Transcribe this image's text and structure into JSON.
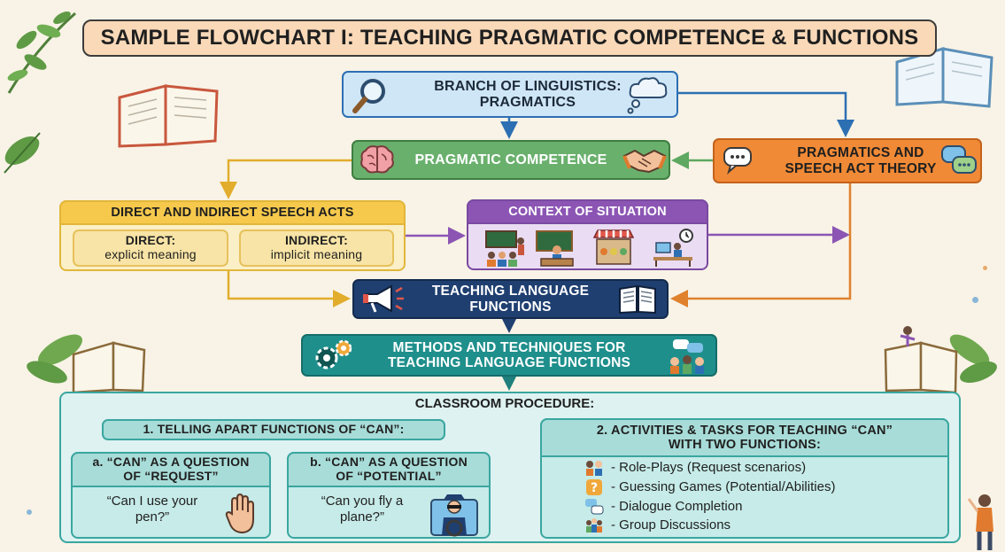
{
  "title": "SAMPLE FLOWCHART I: TEACHING PRAGMATIC COMPETENCE & FUNCTIONS",
  "nodes": {
    "branch": {
      "line1": "BRANCH OF LINGUISTICS:",
      "line2": "PRAGMATICS",
      "icons": [
        "magnifier-icon",
        "thought-cloud-icon"
      ]
    },
    "competence": {
      "label": "PRAGMATIC COMPETENCE",
      "icons": [
        "brain-icon",
        "handshake-icon"
      ]
    },
    "theory": {
      "line1": "PRAGMATICS AND",
      "line2": "SPEECH ACT THEORY",
      "icons": [
        "speech-bubbles-icon",
        "chat-bubbles-icon"
      ]
    },
    "speech_acts": {
      "header": "DIRECT AND INDIRECT SPEECH ACTS",
      "direct": {
        "title": "DIRECT:",
        "desc": "explicit meaning"
      },
      "indirect": {
        "title": "INDIRECT:",
        "desc": "implicit meaning"
      }
    },
    "context": {
      "header": "CONTEXT OF SITUATION",
      "icons": [
        "classroom-icon",
        "teacher-desk-icon",
        "market-stall-icon",
        "office-icon"
      ]
    },
    "teaching_functions": {
      "line1": "TEACHING LANGUAGE",
      "line2": "FUNCTIONS",
      "icons": [
        "megaphone-icon",
        "open-book-icon"
      ]
    },
    "methods": {
      "line1": "METHODS AND TECHNIQUES FOR",
      "line2": "TEACHING LANGUAGE FUNCTIONS",
      "icons": [
        "gears-icon",
        "group-discussion-icon"
      ]
    },
    "classroom": {
      "label": "CLASSROOM PROCEDURE:",
      "telling": "1. TELLING APART FUNCTIONS OF “CAN”:",
      "request": {
        "line1": "a. “CAN” AS A QUESTION",
        "line2": "OF “REQUEST”",
        "example_line1": "“Can I use your",
        "example_line2": "pen?”",
        "icon": "raised-hand-icon"
      },
      "potential": {
        "line1": "b. “CAN” AS A QUESTION",
        "line2": "OF “POTENTIAL”",
        "example_line1": "“Can you fly a",
        "example_line2": "plane?”",
        "icon": "pilot-icon"
      },
      "activities": {
        "line1": "2. ACTIVITIES & TASKS FOR TEACHING “CAN”",
        "line2": "WITH TWO FUNCTIONS:",
        "items": [
          {
            "label": "- Role-Plays (Request scenarios)",
            "icon": "role-play-icon"
          },
          {
            "label": "- Guessing Games (Potential/Abilities)",
            "icon": "question-mark-icon"
          },
          {
            "label": "- Dialogue Completion",
            "icon": "dialogue-icon"
          },
          {
            "label": "- Group Discussions",
            "icon": "group-icon"
          }
        ]
      }
    }
  },
  "colors": {
    "background": "#f8f3e6",
    "title_banner": "#f9d9b8",
    "branch": "#cfe6f7",
    "competence": "#6ab06d",
    "theory": "#f08a36",
    "speech_acts": "#f6c94c",
    "context": "#8c55b4",
    "teaching_functions": "#1f3f70",
    "methods": "#1f8f8c",
    "classroom": "#ddf2f1"
  }
}
